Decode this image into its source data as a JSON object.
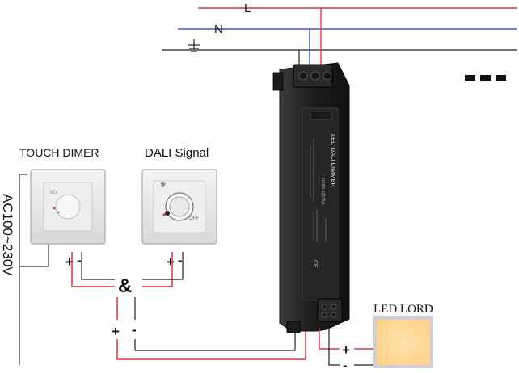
{
  "wiring": {
    "line_label": "L",
    "neutral_label": "N",
    "line_color": "#d9363e",
    "neutral_color": "#4455cc",
    "ground_color": "#222222"
  },
  "ac_label": "AC100~230V",
  "devices": {
    "touch_dimmer": {
      "label": "TOUCH DIMER",
      "plus": "+",
      "minus": "-"
    },
    "dali_signal": {
      "label": "DALI Signal",
      "plus": "+",
      "minus": "-"
    }
  },
  "connector_symbol": "&",
  "driver_input": {
    "plus": "+",
    "minus": "-"
  },
  "driver": {
    "title": "LED DALI DIMMER",
    "model": "DA60-12V-5A"
  },
  "led": {
    "label": "LED LORD",
    "plus": "+",
    "minus": "-",
    "panel_color": "#ffd99b"
  },
  "more_indicator": "more-dots"
}
